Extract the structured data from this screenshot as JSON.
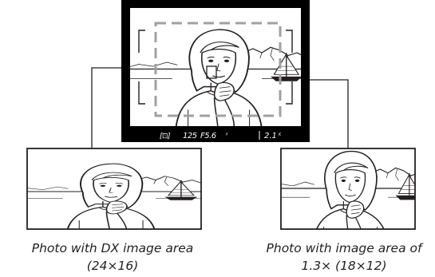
{
  "viewfinder": {
    "readout": {
      "metering_symbol": "[⊡]",
      "shutter_speed": "125",
      "aperture": "F5.6",
      "flash_symbol": "⚡",
      "exposure_compensation": "2.1",
      "exposure_unit": "K"
    },
    "crop_frame_style": "dashed",
    "colors": {
      "frame": "#000000",
      "crop_frame": "#a0a0a0",
      "readout_text": "#ffffff"
    }
  },
  "photos": {
    "dx": {
      "caption_line1": "Photo with DX image area",
      "caption_line2": "(24×16)"
    },
    "crop13": {
      "caption_line1": "Photo with image area of",
      "caption_line2": "1.3× (18×12)"
    }
  },
  "colors": {
    "line": "#231f20",
    "text": "#231f20",
    "photo_border": "#231f20"
  }
}
